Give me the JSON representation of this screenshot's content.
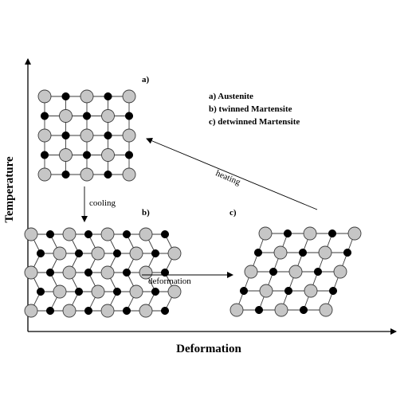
{
  "axes": {
    "y_label": "Temperature",
    "x_label": "Deformation"
  },
  "panels": {
    "a": {
      "label": "a)"
    },
    "b": {
      "label": "b)"
    },
    "c": {
      "label": "c)"
    }
  },
  "legend": [
    "a) Austenite",
    "b) twinned Martensite",
    "c) detwinned Martensite"
  ],
  "transitions": {
    "cooling": "cooling",
    "deformation": "deformation",
    "heating": "heating"
  },
  "colors": {
    "large_atom": "#c6c6c6",
    "small_atom": "#000000",
    "bond": "#3a3a3a"
  }
}
